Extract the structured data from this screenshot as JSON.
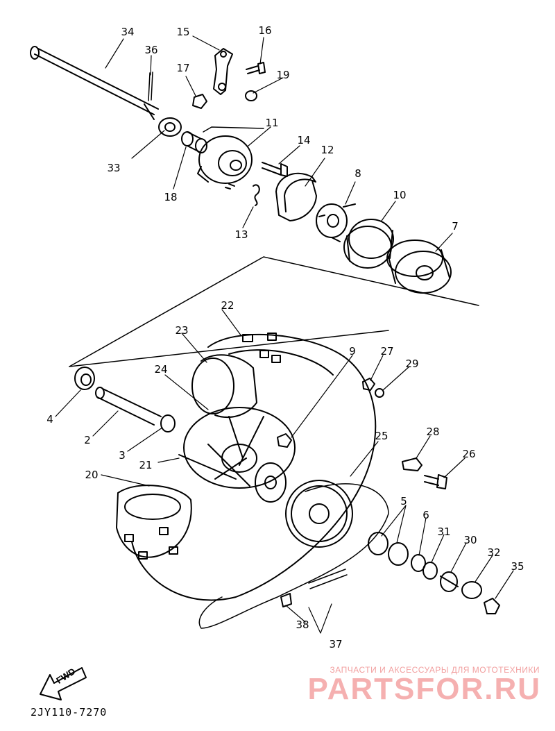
{
  "diagram": {
    "part_labels": [
      "34",
      "36",
      "15",
      "16",
      "17",
      "19",
      "33",
      "11",
      "18",
      "14",
      "12",
      "8",
      "13",
      "10",
      "7",
      "22",
      "23",
      "9",
      "27",
      "24",
      "29",
      "4",
      "2",
      "3",
      "25",
      "28",
      "26",
      "21",
      "20",
      "5",
      "6",
      "31",
      "30",
      "32",
      "35",
      "38",
      "37"
    ],
    "direction_label": "FWD",
    "drawing_code": "2JY110-7270"
  },
  "watermark": {
    "caption": "ЗАПЧАСТИ И АКСЕССУАРЫ ДЛЯ МОТОТЕХНИКИ",
    "brand": "PARTSFOR.RU"
  }
}
